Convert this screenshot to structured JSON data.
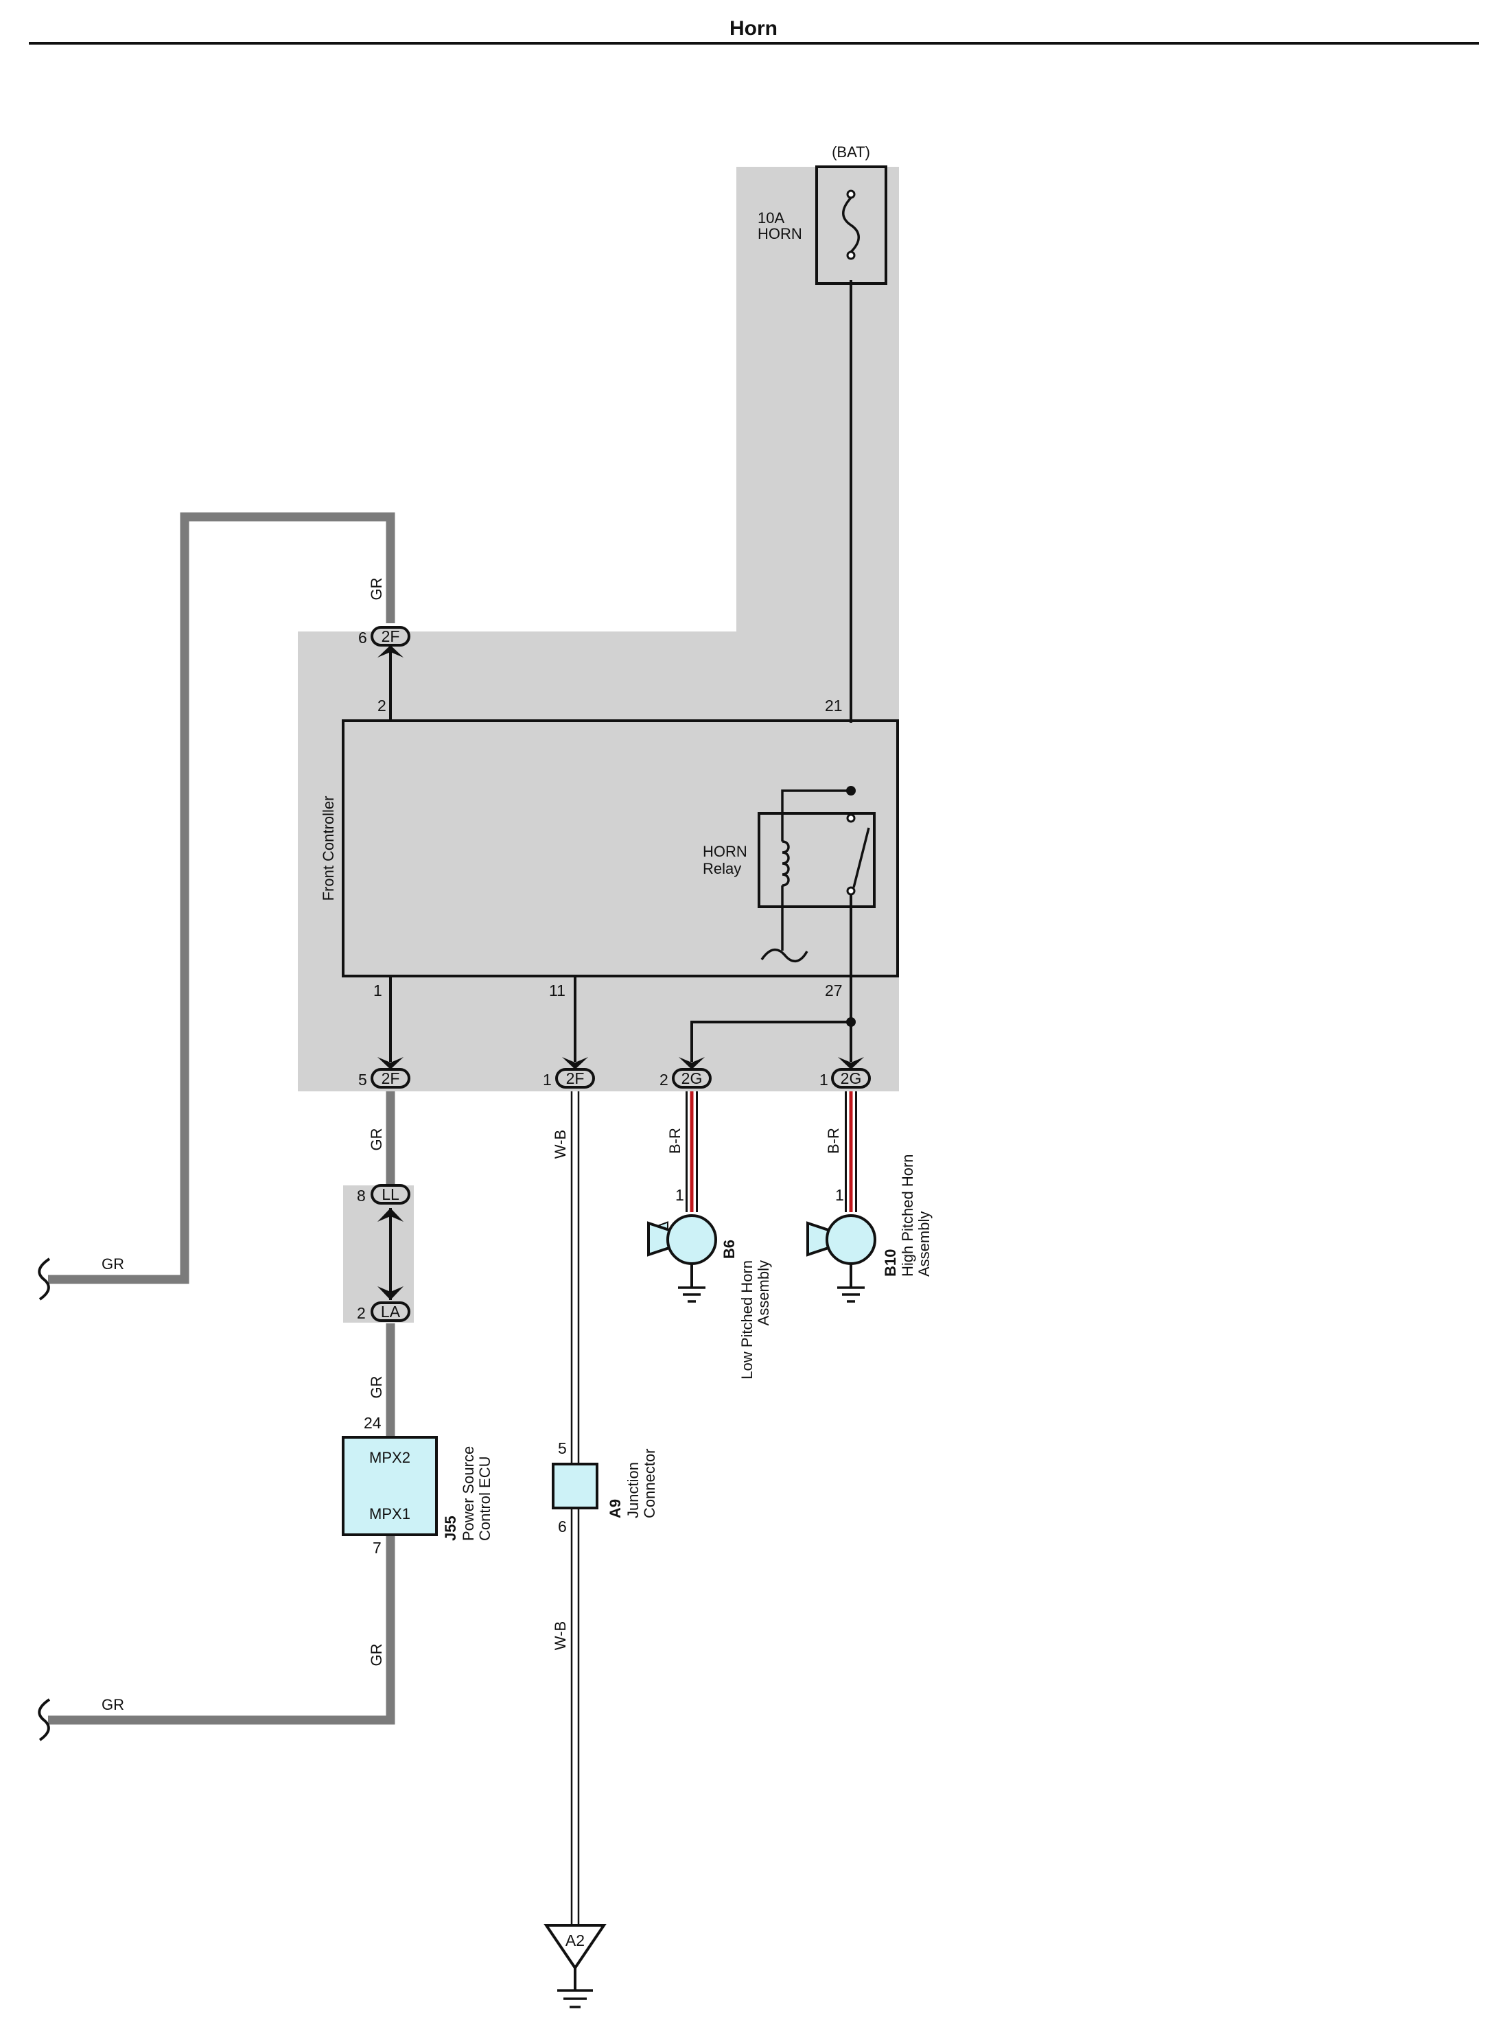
{
  "title": "Horn",
  "colors": {
    "shade": "#d2d2d2",
    "gr_wire": "#7b7b7b",
    "br_red": "#c0171c",
    "component_fill": "#cdf2f7",
    "line": "#111111"
  },
  "supply": {
    "label": "(BAT)",
    "fuse_amp": "10A",
    "fuse_name": "HORN"
  },
  "front_controller": {
    "label": "Front Controller",
    "pins": {
      "p2": "2",
      "p21": "21",
      "p1": "1",
      "p11": "11",
      "p27": "27"
    },
    "relay": {
      "line1": "HORN",
      "line2": "Relay"
    }
  },
  "connectors": {
    "c2f_top": {
      "pin": "6",
      "code": "2F"
    },
    "c2f_left": {
      "pin": "5",
      "code": "2F"
    },
    "c2f_mid": {
      "pin": "1",
      "code": "2F"
    },
    "c2g_low": {
      "pin": "2",
      "code": "2G"
    },
    "c2g_high": {
      "pin": "1",
      "code": "2G"
    },
    "cll": {
      "pin": "8",
      "code": "LL"
    },
    "cla": {
      "pin": "2",
      "code": "LA"
    }
  },
  "wires": {
    "gr_top": "GR",
    "gr_mid": "GR",
    "gr_la": "GR",
    "gr_low": "GR",
    "gr_left_upper": "GR",
    "gr_left_lower": "GR",
    "wb_upper": "W-B",
    "wb_lower": "W-B",
    "br_low": "B-R",
    "br_high": "B-R"
  },
  "horns": {
    "low": {
      "pin": "1",
      "code": "B6",
      "line1": "Low Pitched Horn",
      "line2": "Assembly"
    },
    "high": {
      "pin": "1",
      "code": "B10",
      "line1": "High Pitched Horn",
      "line2": "Assembly"
    }
  },
  "ecu": {
    "code": "J55",
    "line1": "Power Source",
    "line2": "Control ECU",
    "mpx2": "MPX2",
    "mpx1": "MPX1",
    "pin_top": "24",
    "pin_bottom": "7"
  },
  "junction": {
    "code": "A9",
    "line1": "Junction",
    "line2": "Connector",
    "pin_top": "5",
    "pin_bottom": "6"
  },
  "ground": {
    "code": "A2"
  }
}
